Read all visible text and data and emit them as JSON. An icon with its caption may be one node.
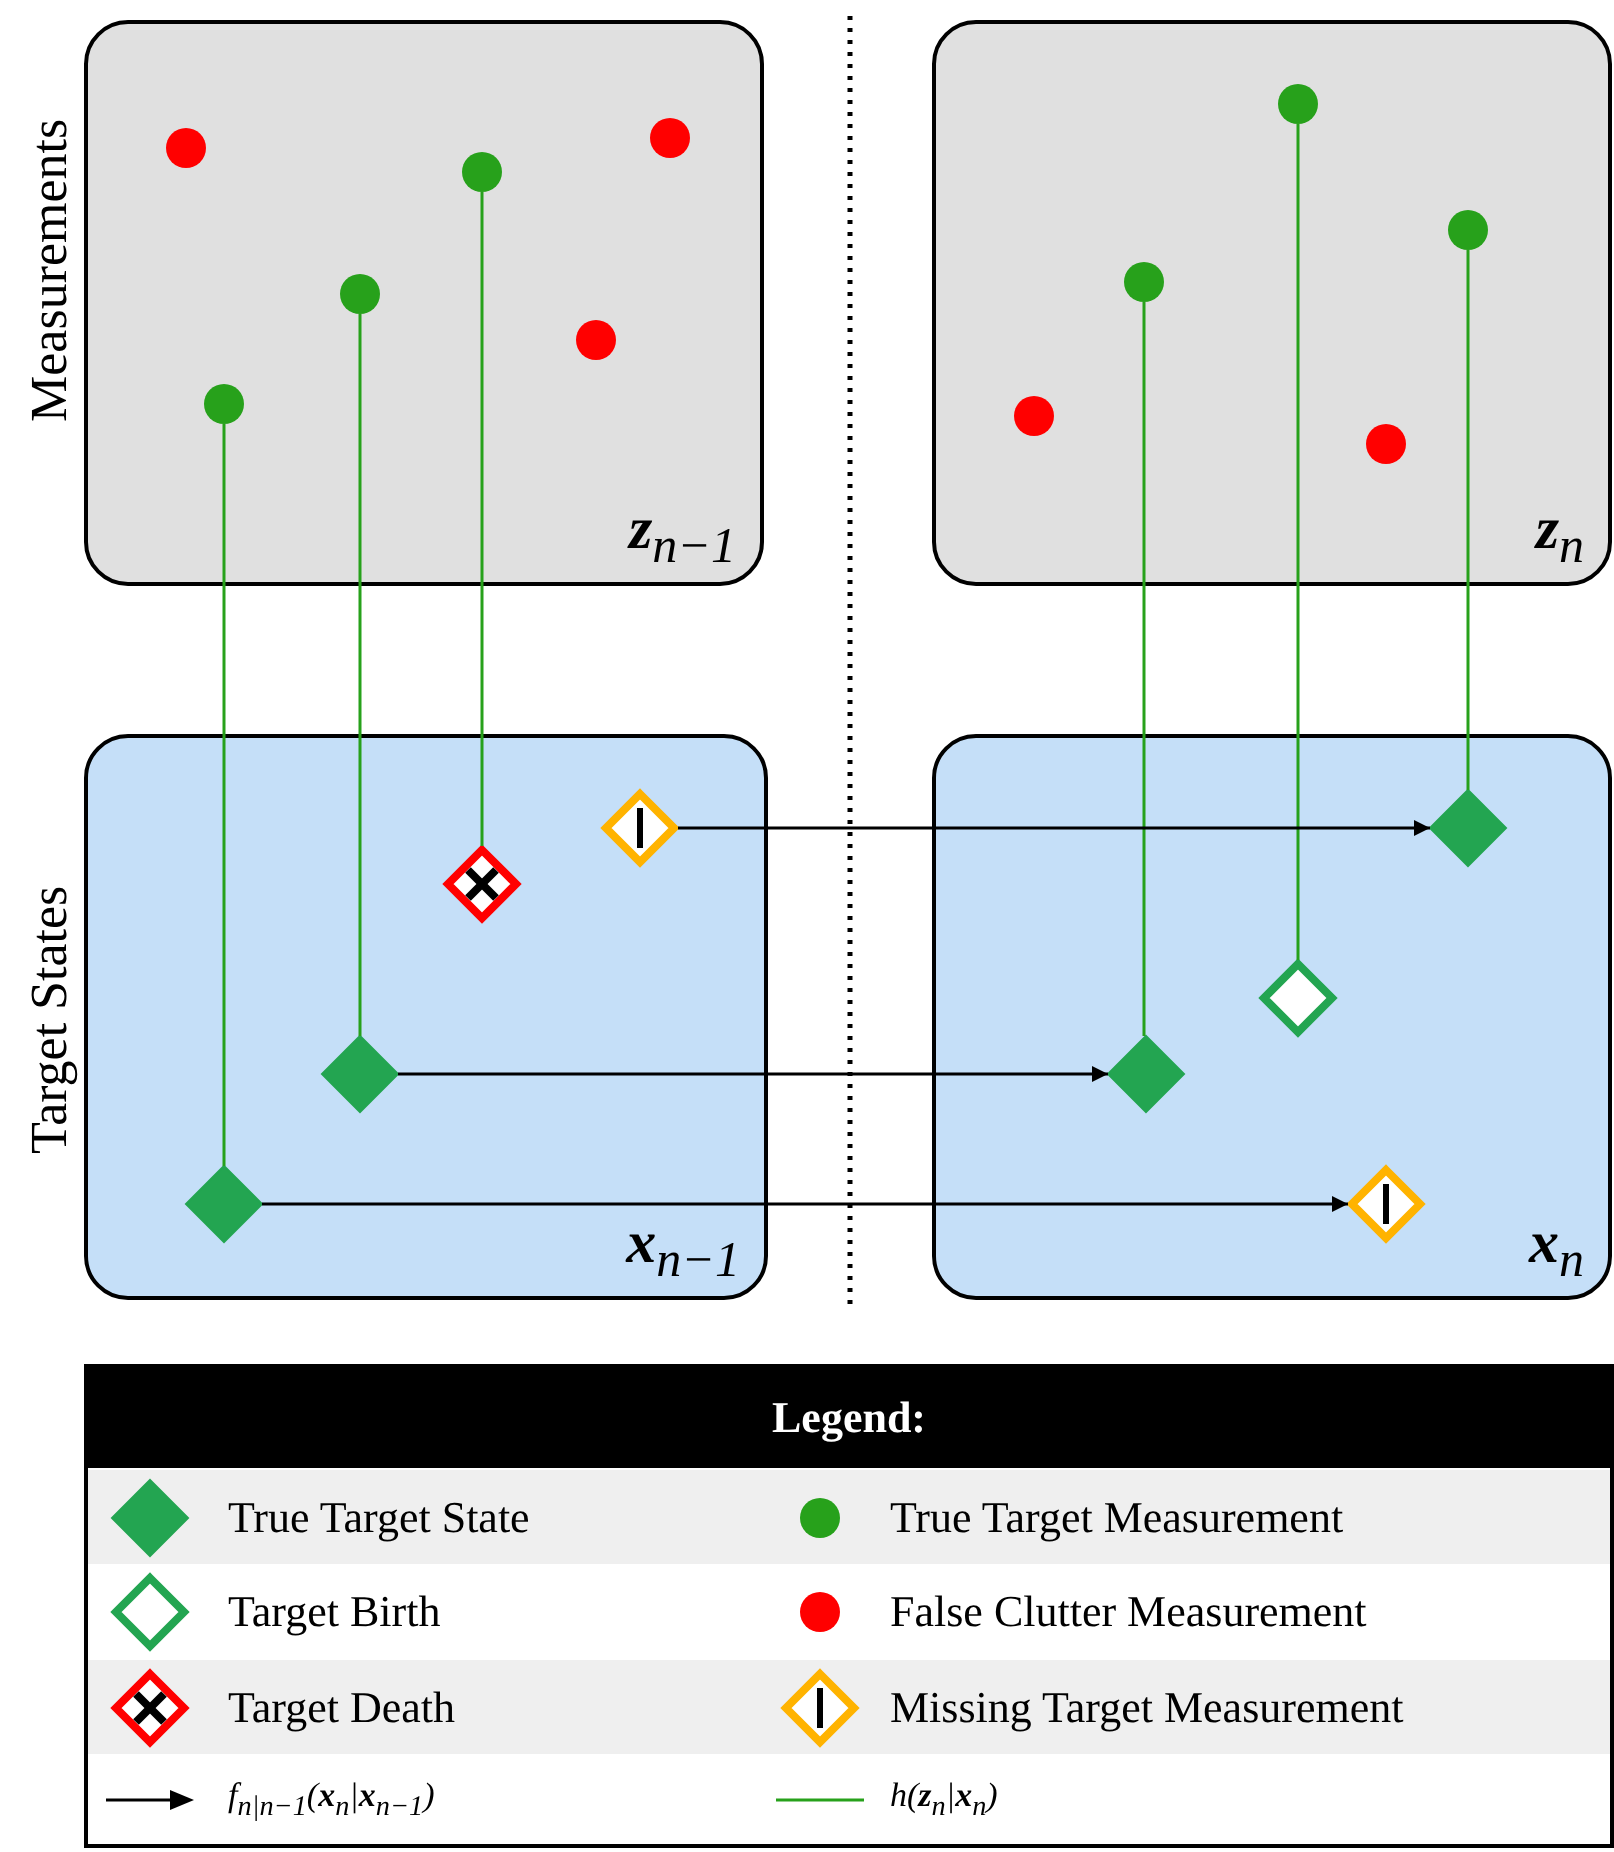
{
  "diagram": {
    "nodes": [
      {
        "text": [
          "**z**$_{n−1}$"
        ]
      },
      {
        "text": [
          "**z**$_{n}$"
        ]
      },
      {
        "text": [
          "**x**$_{n−1}$"
        ]
      },
      {
        "text": [
          "**x**$_{n}$"
        ]
      },
      {
        "text": [],
        "shape": "circle",
        "in": 0
      },
      {
        "text": [],
        "shape": "circle",
        "in": 0
      },
      {
        "text": [],
        "shape": "circle",
        "in": 0
      },
      {
        "text": [],
        "shape": "circle",
        "in": 0
      },
      {
        "text": [],
        "shape": "circle",
        "in": 0
      },
      {
        "text": [],
        "shape": "circle",
        "in": 0
      },
      {
        "text": [],
        "shape": "circle",
        "in": 1
      },
      {
        "text": [],
        "shape": "circle",
        "in": 1
      },
      {
        "text": [],
        "shape": "circle",
        "in": 1
      },
      {
        "text": [],
        "shape": "circle",
        "in": 1
      },
      {
        "text": [],
        "shape": "circle",
        "in": 1
      },
      {
        "text": [],
        "shape": "diamond",
        "in": 2
      },
      {
        "text": [],
        "shape": "diamond",
        "in": 2
      },
      {
        "text": [],
        "shape": "diamond",
        "in": 2
      },
      {
        "text": [],
        "shape": "diamond",
        "in": 2
      },
      {
        "text": [],
        "shape": "diamond",
        "in": 3
      },
      {
        "text": [],
        "shape": "diamond",
        "in": 3
      },
      {
        "text": [],
        "shape": "diamond",
        "in": 3
      },
      {
        "text": [],
        "shape": "diamond",
        "in": 3
      }
    ],
    "edges": [
      {
        "from": 5,
        "to": 15,
        "arrow": "none"
      },
      {
        "from": 6,
        "to": 16,
        "arrow": "none"
      },
      {
        "from": 7,
        "to": 17,
        "arrow": "none"
      },
      {
        "from": 11,
        "to": 19,
        "arrow": "none"
      },
      {
        "from": 12,
        "to": 20,
        "arrow": "none"
      },
      {
        "from": 14,
        "to": 22,
        "arrow": "none"
      },
      {
        "from": 18,
        "to": 22,
        "arrow": "to",
        "color": "#000000"
      },
      {
        "from": 16,
        "to": 19,
        "arrow": "to",
        "color": "#000000"
      },
      {
        "from": 15,
        "to": 21,
        "arrow": "to",
        "color": "#000000"
      }
    ],
    "labels": [
      "Measurements",
      "Target States",
      "Legend:"
    ],
    "legend": [
      {
        "text": "True Target State"
      },
      {
        "text": "True Target Measurement"
      },
      {
        "text": "Target Birth"
      },
      {
        "text": "False Clutter Measurement"
      },
      {
        "text": "Target Death"
      },
      {
        "text": "Missing Target Measurement"
      },
      {
        "text": "*f*$_{n|n−1}$(**x**$_{n}$|**x**$_{n−1}$)"
      },
      {
        "text": "*h*(**z**$_{n}$|**x**$_{n}$)"
      }
    ]
  }
}
